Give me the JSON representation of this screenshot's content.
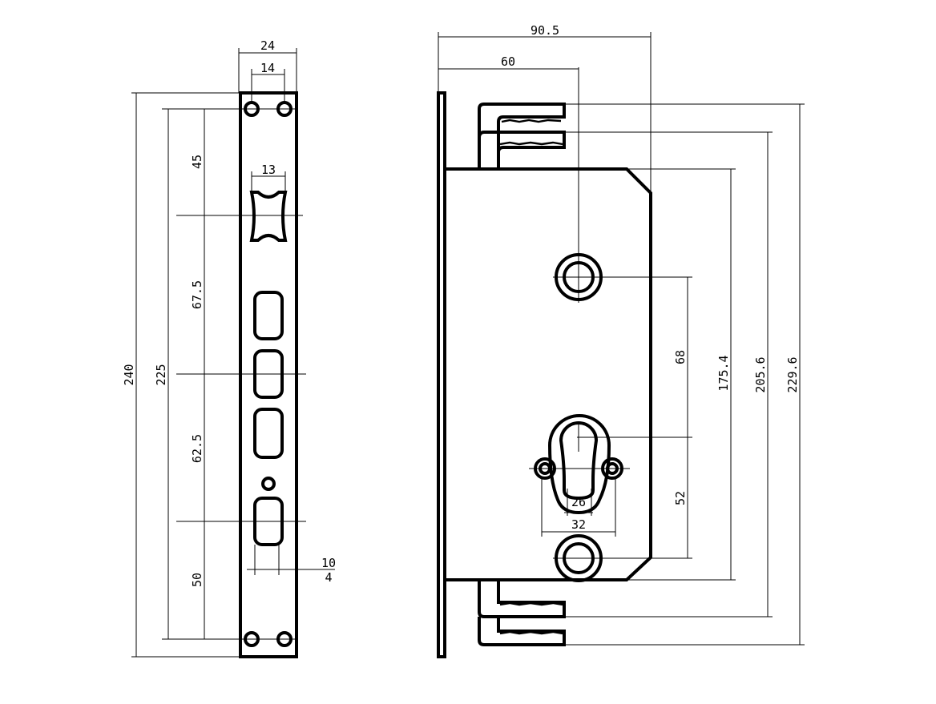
{
  "faceplate": {
    "dimensions": {
      "width": "24",
      "hole_spacing": "14",
      "slot_width": "13",
      "overall_height": "240",
      "hole_pitch": "225",
      "dist_top_to_latch": "45",
      "dist_latch_to_bolt": "67.5",
      "dist_bolt_to_key": "62.5",
      "dist_key_to_bottom": "50",
      "offset_10": "10",
      "offset_4": "4"
    }
  },
  "lock_body": {
    "dimensions": {
      "backset_total": "90.5",
      "backset": "60",
      "handle_to_cylinder": "68",
      "cylinder_to_lower": "52",
      "case_height": "175.4",
      "bolt_span": "205.6",
      "overall_span": "229.6",
      "cylinder_inner": "26",
      "cylinder_screw_spacing": "32"
    }
  }
}
